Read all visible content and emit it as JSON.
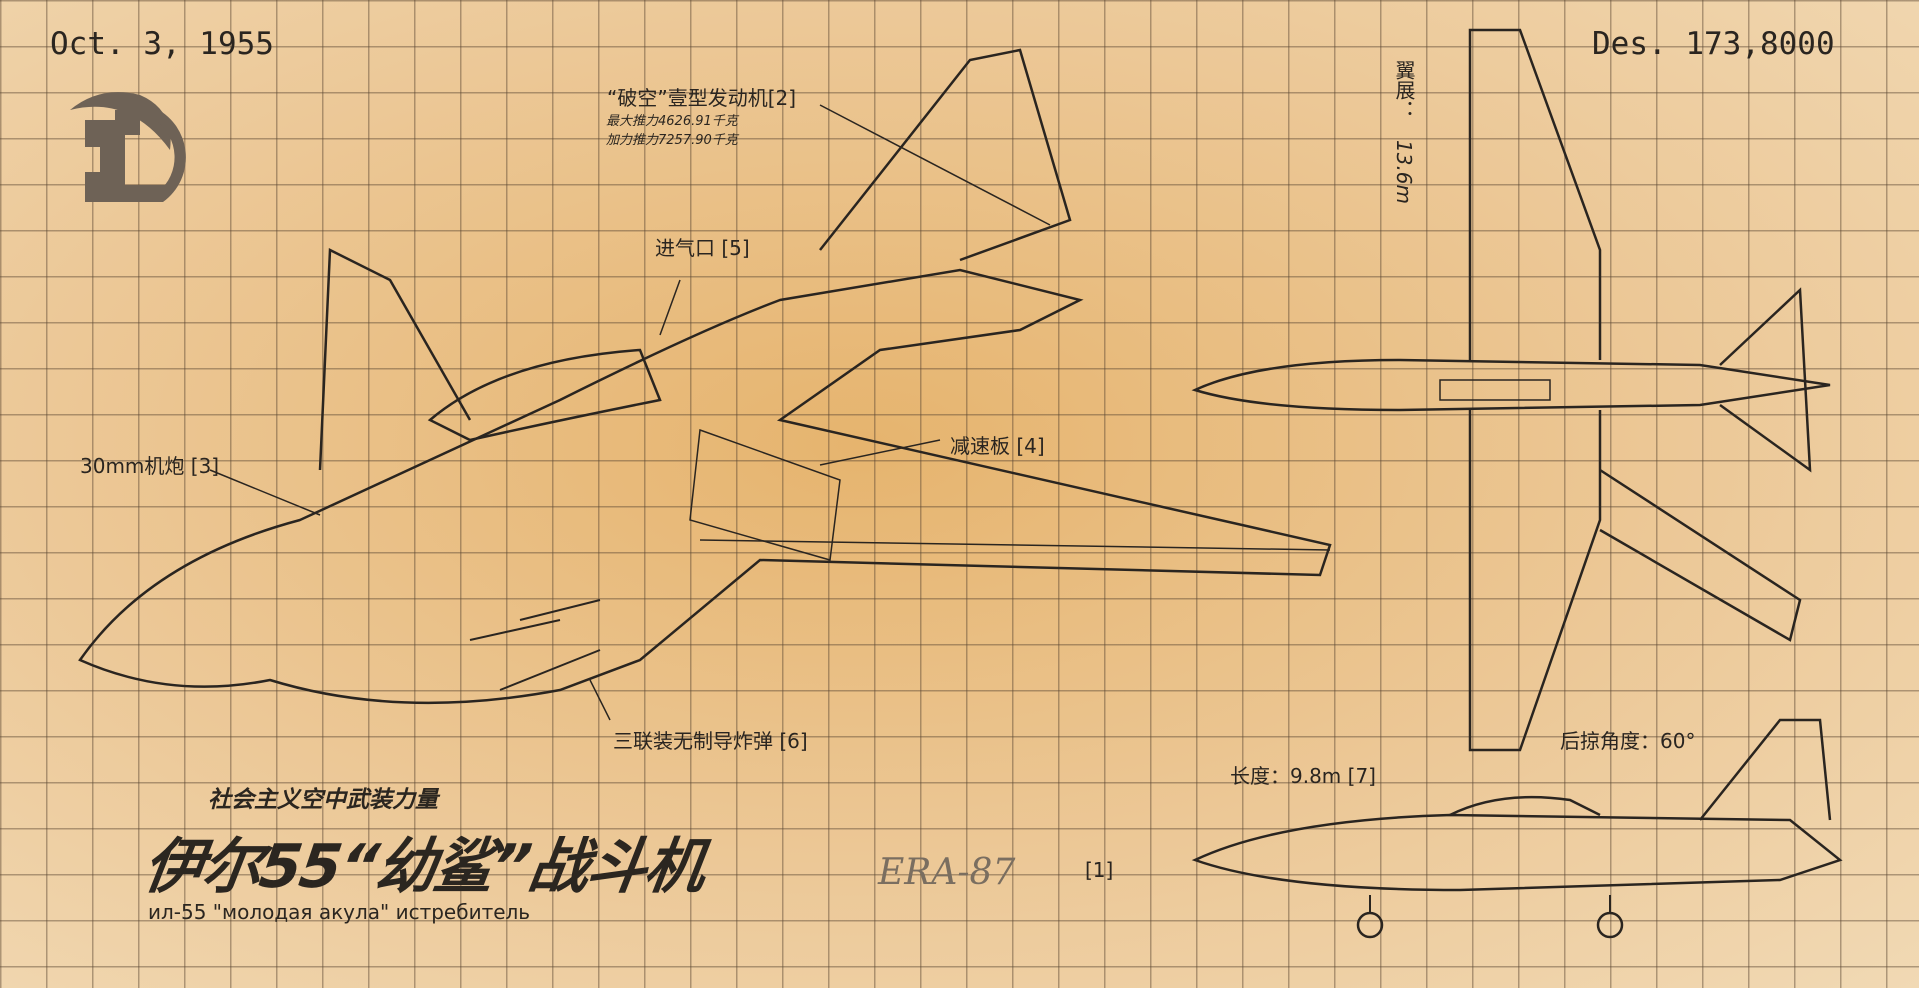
{
  "header": {
    "date": "Oct. 3, 1955",
    "designation": "Des. 173,8000"
  },
  "labels": {
    "engine": "“破空”壹型发动机[2]",
    "engine_thrust_max": "最大推力4626.91千克",
    "engine_thrust_ab": "加力推力7257.90千克",
    "intake": "进气口 [5]",
    "cannon": "30mm机炮 [3]",
    "airbrake": "减速板 [4]",
    "bombs": "三联装无制导炸弹 [6]",
    "wingspan_label": "翼展：",
    "wingspan_value": "13.6m",
    "sweep": "后掠角度：60°",
    "length": "长度：9.8m [7]"
  },
  "title": {
    "subtitle": "社会主义空中武装力量",
    "main": "伊尔55“幼鲨”战斗机",
    "code": "ERA-87",
    "ref": "[1]",
    "russian": "ил-55 \"молодая акула\" истребитель"
  },
  "colors": {
    "ink": "#2a2520",
    "paper": "#ecc897",
    "logo": "#6e6256"
  }
}
